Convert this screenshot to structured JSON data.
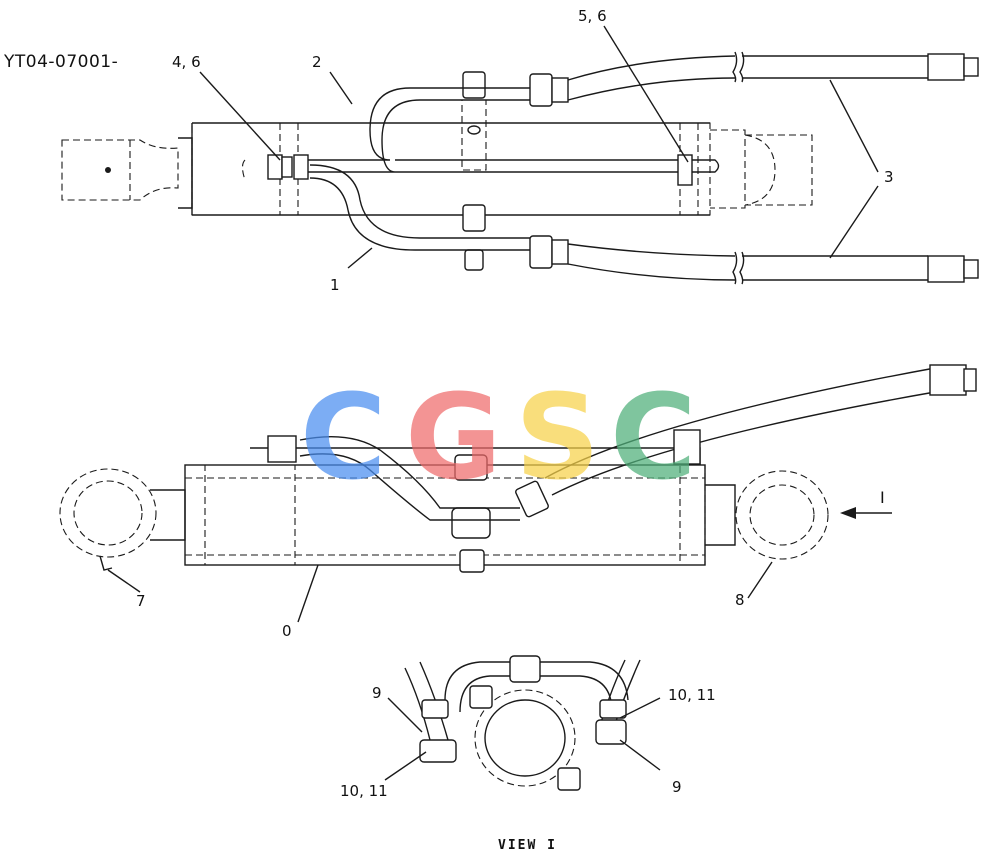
{
  "drawing_code": "YT04-07001-",
  "view_caption": "VIEW I",
  "watermark": {
    "letters": [
      "C",
      "G",
      "S",
      "C"
    ],
    "colors": [
      "#4a8ef0",
      "#ef6b6b",
      "#f7d24a",
      "#4fb07a"
    ]
  },
  "callouts": {
    "top": [
      "4, 6",
      "2",
      "5, 6",
      "3",
      "1"
    ],
    "side": [
      "7",
      "0",
      "8",
      "I"
    ],
    "view": [
      "9",
      "10, 11",
      "10, 11",
      "9"
    ]
  }
}
